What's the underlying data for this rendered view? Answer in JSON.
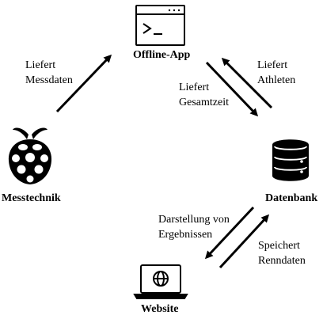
{
  "nodes": {
    "offline_app": {
      "label": "Offline-App",
      "icon": "terminal-window-icon"
    },
    "messtechnik": {
      "label": "Messtechnik",
      "icon": "raspberry-pi-icon"
    },
    "datenbank": {
      "label": "Datenbank",
      "icon": "database-icon"
    },
    "website": {
      "label": "Website",
      "icon": "laptop-globe-icon"
    }
  },
  "edges": {
    "messtechnik_to_app": {
      "line1": "Liefert",
      "line2": "Messdaten"
    },
    "datenbank_to_app": {
      "line1": "Liefert",
      "line2": "Athleten"
    },
    "app_to_datenbank": {
      "line1": "Liefert",
      "line2": "Gesamtzeit"
    },
    "datenbank_to_website": {
      "line1": "Darstellung von",
      "line2": "Ergebnissen"
    },
    "website_to_datenbank": {
      "line1": "Speichert",
      "line2": "Renndaten"
    }
  },
  "colors": {
    "ink": "#000000",
    "background": "#ffffff"
  }
}
